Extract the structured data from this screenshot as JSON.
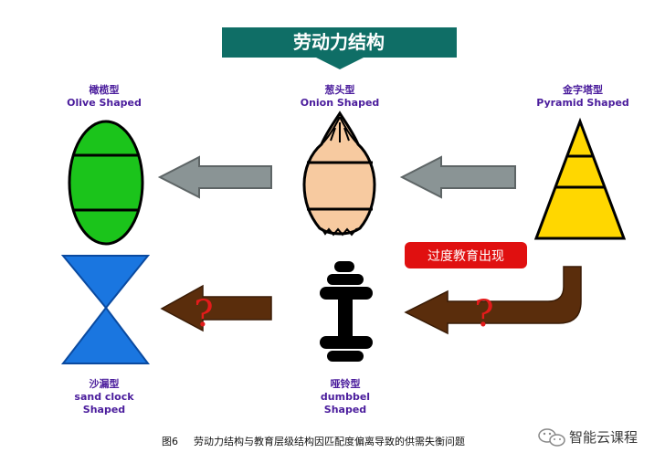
{
  "title": "劳动力结构",
  "shapes": {
    "olive": {
      "cn": "橄榄型",
      "en": "Olive Shaped"
    },
    "onion": {
      "cn": "葱头型",
      "en": "Onion Shaped"
    },
    "pyramid": {
      "cn": "金字塔型",
      "en": "Pyramid Shaped"
    },
    "sandclock": {
      "cn": "沙漏型",
      "en1": "sand clock",
      "en2": "Shaped"
    },
    "dumbbell": {
      "cn": "哑铃型",
      "en1": "dumbbel",
      "en2": "Shaped"
    }
  },
  "callout": "过度教育出现",
  "question_mark": "?",
  "caption": {
    "label": "图6",
    "text": "劳动力结构与教育层级结构因匹配度偏离导致的供需失衡问题"
  },
  "watermark": "智能云课程",
  "colors": {
    "title_bg": "#0f6e66",
    "label": "#4a1c9c",
    "olive": "#1bc41b",
    "onion": "#f7caa0",
    "pyramid": "#ffd700",
    "sandclock": "#1a76e0",
    "gray_arrow": "#8a9495",
    "brown_arrow": "#5a2d0c",
    "callout_bg": "#e01010",
    "question": "#e31b1b"
  }
}
